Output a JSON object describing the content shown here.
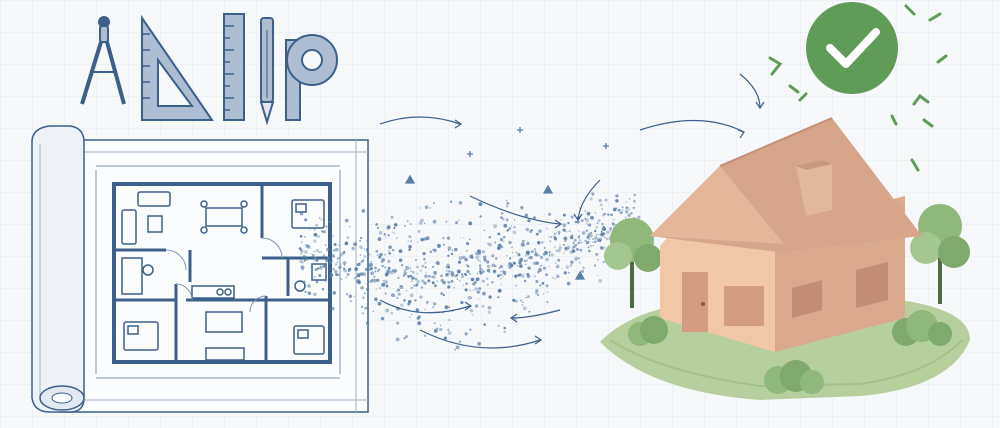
{
  "illustration": {
    "left_panel": "floor-plan-blueprint",
    "middle_panel": "particle-flow-transformation",
    "right_panel": "finished-house",
    "tools": [
      "compass-icon",
      "set-square-icon",
      "ruler-icon",
      "pencil-icon",
      "tape-measure-icon"
    ],
    "badge": "checkmark-icon"
  },
  "colors": {
    "background": "#f6f8fa",
    "blueprint_line": "#3c5f8c",
    "tool_fill": "#aebdd2",
    "particle": "#5a7ea8",
    "house_wall": "#f2c7a6",
    "house_roof": "#d6a58a",
    "house_shadow": "#dba98b",
    "grass": "#b7cf9c",
    "tree": "#8fb87a",
    "badge_green": "#5f9c57"
  }
}
